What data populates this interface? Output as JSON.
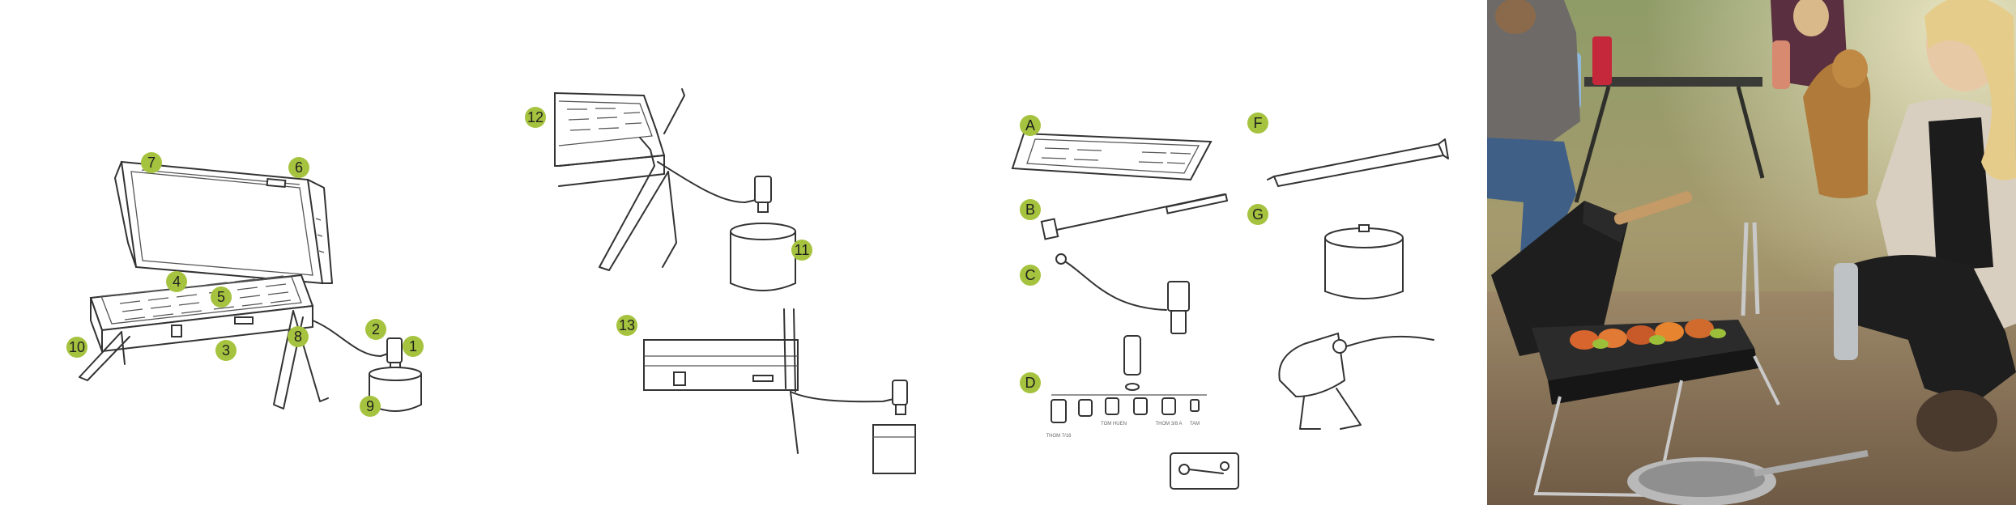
{
  "overview_callouts": [
    "1",
    "2",
    "3",
    "4",
    "5",
    "6",
    "7",
    "8",
    "9",
    "10"
  ],
  "detail_callouts": [
    "11",
    "12",
    "13"
  ],
  "parts_callouts": [
    "A",
    "B",
    "C",
    "D",
    "F",
    "G"
  ],
  "adapter_labels": [
    "THOM 7/16",
    "TOM HUEN",
    "THOM 3/8 A",
    "TAM"
  ]
}
